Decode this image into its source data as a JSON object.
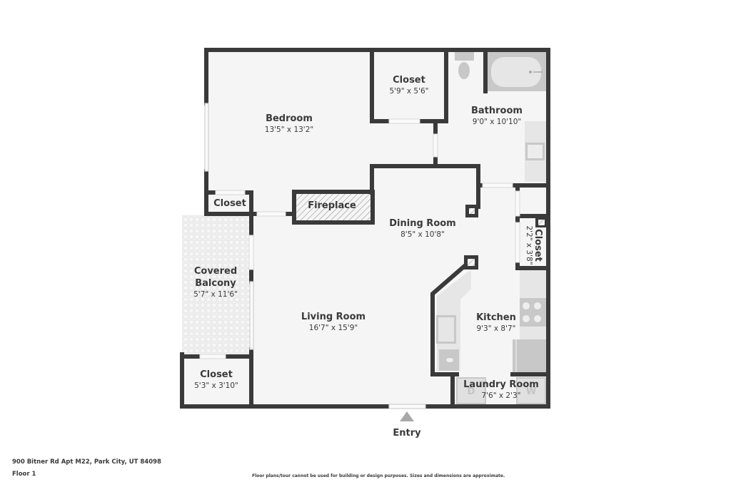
{
  "floorplan": {
    "rooms": {
      "bedroom": {
        "name": "Bedroom",
        "dims": "13'5\" x 13'2\""
      },
      "closet_top": {
        "name": "Closet",
        "dims": "5'9\" x 5'6\""
      },
      "bathroom": {
        "name": "Bathroom",
        "dims": "9'0\" x 10'10\""
      },
      "closet_small": {
        "name": "Closet"
      },
      "fireplace": {
        "name": "Fireplace"
      },
      "dining_room": {
        "name": "Dining Room",
        "dims": "8'5\" x 10'8\""
      },
      "closet_right": {
        "name": "Closet",
        "dims": "2'2\" x 3'8\""
      },
      "covered_balcony": {
        "name_line1": "Covered",
        "name_line2": "Balcony",
        "dims": "5'7\" x 11'6\""
      },
      "living_room": {
        "name": "Living Room",
        "dims": "16'7\" x 15'9\""
      },
      "kitchen": {
        "name": "Kitchen",
        "dims": "9'3\" x 8'7\""
      },
      "closet_bottom": {
        "name": "Closet",
        "dims": "5'3\" x 3'10\""
      },
      "laundry_room": {
        "name": "Laundry Room",
        "dims": "7'6\" x 2'3\""
      }
    },
    "appliances": {
      "dryer": "D",
      "washer": "W"
    },
    "entry": {
      "label": "Entry"
    },
    "colors": {
      "wall": "#3a3a3a",
      "floor": "#f5f5f5",
      "fixture": "#c8c8c8"
    }
  },
  "footer": {
    "address": "900 Bitner Rd Apt M22, Park City, UT 84098",
    "floor": "Floor 1",
    "disclaimer": "Floor plans/tour cannot be used for building or design purposes. Sizes and dimensions are approximate."
  }
}
